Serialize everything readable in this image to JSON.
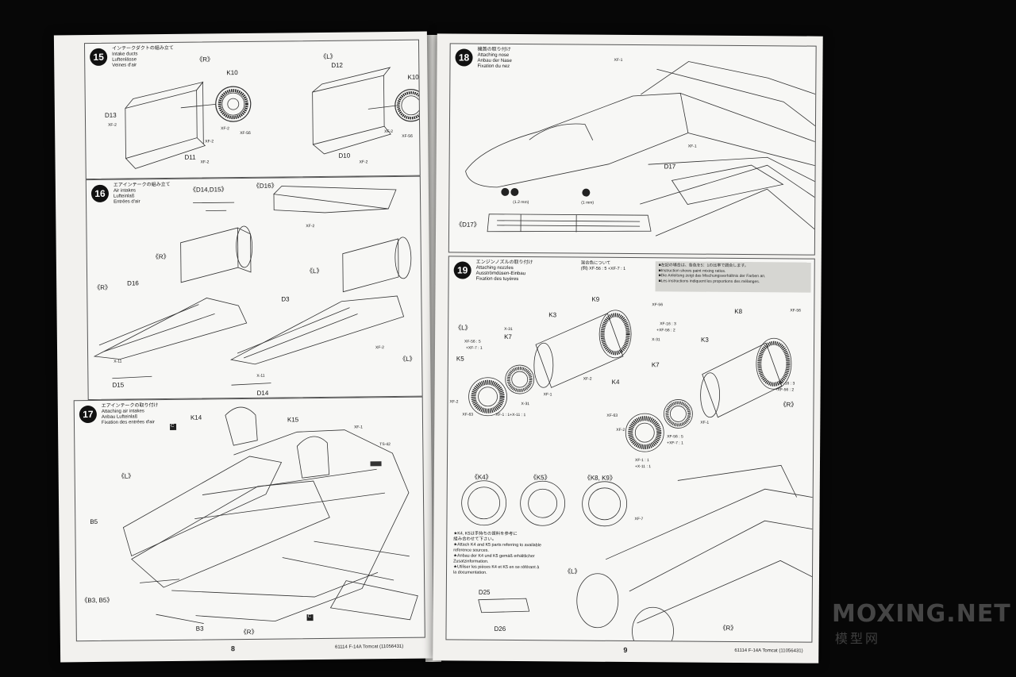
{
  "left_page": {
    "page_number": "8",
    "footer": "61114 F-14A Tomcat (11056431)",
    "steps": [
      {
        "number": "15",
        "titles": [
          "インテークダクトの組み立て",
          "Intake ducts",
          "Luftenlässe",
          "Veines d'air"
        ],
        "labels": [
          "《R》",
          "《L》",
          "K10",
          "K10",
          "D12",
          "D13",
          "D11",
          "D10"
        ],
        "paints": [
          "XF-2",
          "XF-2",
          "XF-2",
          "XF-56",
          "XF-2",
          "XF-56",
          "XF-2",
          "XF-2"
        ]
      },
      {
        "number": "16",
        "titles": [
          "エアインテークの組み立て",
          "Air intakes",
          "Lufteinlaß",
          "Entrées d'air"
        ],
        "labels": [
          "《D14,D15》",
          "《D16》",
          "《R》",
          "《L》",
          "《R》",
          "D16",
          "D3",
          "D15",
          "D14",
          "《L》"
        ],
        "paints": [
          "XF-2",
          "X-11",
          "XF-2",
          "X-11"
        ]
      },
      {
        "number": "17",
        "titles": [
          "エアインテークの取り付け",
          "Attaching air intakes",
          "Anbau Lufteinlaß",
          "Fixation des entrées d'air"
        ],
        "labels": [
          "K14",
          "K15",
          "《L》",
          "B5",
          "《B3, B5》",
          "B3",
          "《R》"
        ],
        "paints": [
          "XF-1",
          "TS-42"
        ],
        "markers": [
          "C",
          "C"
        ]
      }
    ]
  },
  "right_page": {
    "page_number": "9",
    "footer": "61114 F-14A Tomcat (11056431)",
    "steps": [
      {
        "number": "18",
        "titles": [
          "機首の取り付け",
          "Attaching nose",
          "Anbau der Nase",
          "Fixation du nez"
        ],
        "labels": [
          "D17",
          "《D17》"
        ],
        "paints": [
          "XF-1",
          "XF-1"
        ],
        "drill": [
          "(1.2 mm)",
          "(1 mm)"
        ]
      },
      {
        "number": "19",
        "titles": [
          "エンジンノズルの取り付け",
          "Attaching nozzles",
          "Ausströmdüsen-Einbau",
          "Fixation des tuyères"
        ],
        "labels": [
          "K9",
          "K3",
          "K7",
          "K5",
          "《L》",
          "K8",
          "K3",
          "K7",
          "K4",
          "《R》",
          "《K4》",
          "《K5》",
          "《K8, K9》",
          "D25",
          "D26",
          "《L》",
          "《R》"
        ],
        "paints": [
          "XF-56",
          "XF-16 : 3",
          "+XF-56 : 2",
          "X-31",
          "XF-56 : 5",
          "+XF-7 : 1",
          "XF-2",
          "XF-1",
          "XF-63",
          "XF-1 : 1+X-11 : 1",
          "X-31",
          "XF-2",
          "XF-56",
          "XF-16 : 3",
          "+XF-56 : 2",
          "X-31",
          "XF-63",
          "XF-2",
          "XF-56 : 5",
          "+XF-7 : 1",
          "XF-1 : 1",
          "+X-11 : 1",
          "XF-1",
          "XF-7"
        ],
        "mix_note": {
          "heading": "混合色について",
          "example": "(例) XF-56 : 5 +XF-7 : 1",
          "lines": [
            "■左記の場合は、各色を5：1の比率で調合します。",
            "■Instruction shows paint mixing ratios.",
            "■Die Anleitung zeigt das Mischungsverhältnis der Farben an.",
            "■Les instructions indiquent les proportions des mélanges."
          ]
        },
        "parts_note": [
          "★K4, K5は手持ちの資料を参考に",
          "組み合わせて下さい。",
          "★Attach K4 and K5 parts referring to available",
          "reference sources.",
          "★Anbau der K4 und K5 gemäß erhältlicher",
          "Zusatzinformation.",
          "★Utiliser les pièces K4 et K5 en se référant à",
          "la documentation."
        ]
      }
    ]
  },
  "watermark": {
    "main": "MOXING.NET",
    "sub": "模型网"
  }
}
